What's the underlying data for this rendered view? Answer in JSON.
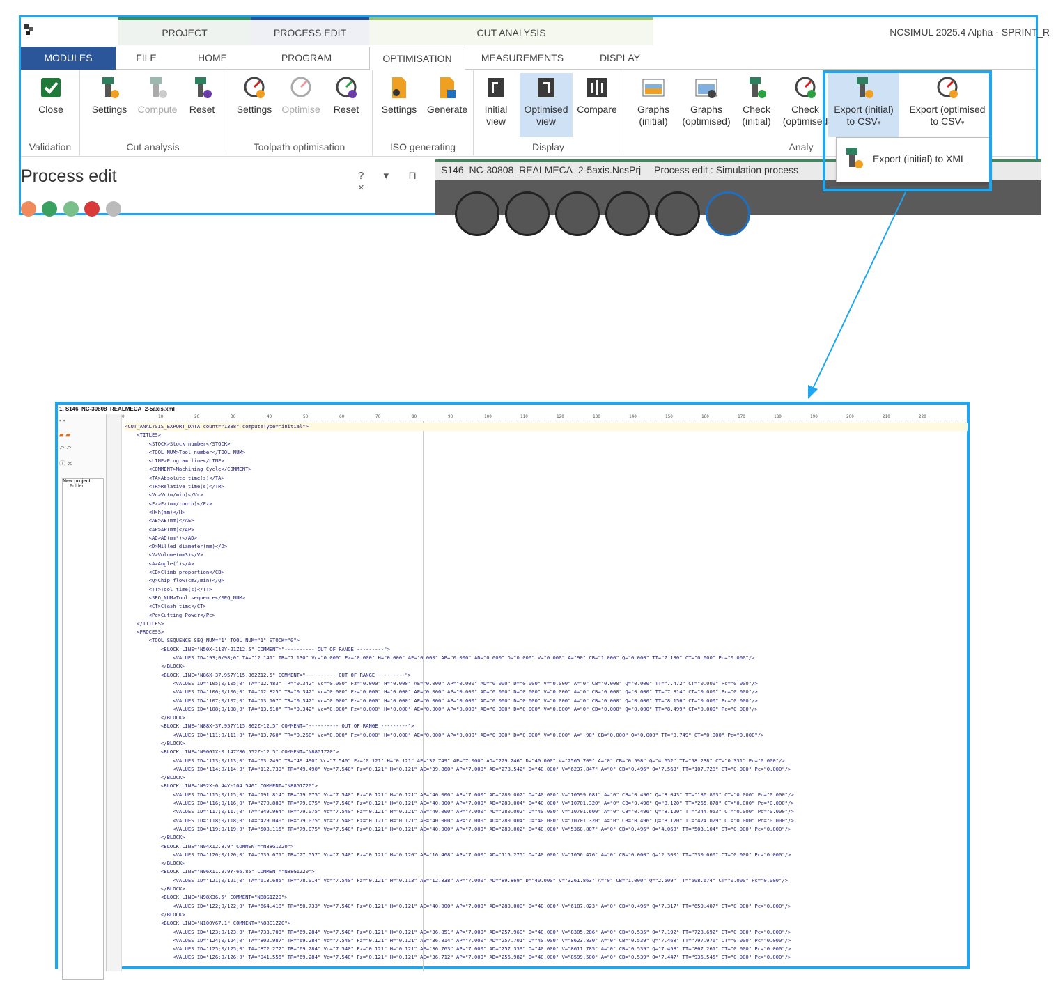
{
  "window_title": "NCSIMUL 2025.4 Alpha - SPRINT_R",
  "context_tabs": [
    "PROJECT",
    "PROCESS EDIT",
    "CUT ANALYSIS"
  ],
  "tabs": {
    "modules": "MODULES",
    "file": "FILE",
    "home": "HOME",
    "program": "PROGRAM",
    "optimisation": "OPTIMISATION",
    "measurements": "MEASUREMENTS",
    "display": "DISPLAY"
  },
  "ribbon": {
    "validation": {
      "label": "Validation",
      "close": "Close"
    },
    "cut_analysis": {
      "label": "Cut analysis",
      "settings": "Settings",
      "compute": "Compute",
      "reset": "Reset"
    },
    "toolpath": {
      "label": "Toolpath optimisation",
      "settings": "Settings",
      "optimise": "Optimise",
      "reset": "Reset"
    },
    "iso": {
      "label": "ISO generating",
      "settings": "Settings",
      "generate": "Generate"
    },
    "display": {
      "label": "Display",
      "initial_1": "Initial",
      "initial_2": "view",
      "optimised_1": "Optimised",
      "optimised_2": "view",
      "compare": "Compare"
    },
    "analysis": {
      "label": "Analy",
      "graphs_initial_1": "Graphs",
      "graphs_initial_2": "(initial)",
      "graphs_opt_1": "Graphs",
      "graphs_opt_2": "(optimised)",
      "check_initial_1": "Check",
      "check_initial_2": "(initial)",
      "check_opt_1": "Check",
      "check_opt_2": "(optimised",
      "export_initial_1": "Export (initial)",
      "export_initial_2": "to CSV",
      "export_opt_1": "Export (optimised",
      "export_opt_2": "to CSV"
    },
    "dropdown_item": "Export (initial) to XML"
  },
  "process_edit": {
    "title": "Process edit",
    "controls": "? ▾ ⊓ ×"
  },
  "doc_tabs": {
    "file": "S146_NC-30808_REALMECA_2-5axis.NcsPrj",
    "process": "Process edit : Simulation process"
  },
  "xml_viewer": {
    "file_title": "1. S146_NC-30808_REALMECA_2-5axis.xml",
    "tree_root": "New project",
    "tree_folder": "Folder",
    "ruler": [
      "0",
      "10",
      "20",
      "30",
      "40",
      "50",
      "60",
      "70",
      "80",
      "90",
      "100",
      "110",
      "120",
      "130",
      "140",
      "150",
      "160",
      "170",
      "180",
      "190",
      "200",
      "210",
      "220"
    ],
    "lines": [
      "<CUT_ANALYSIS_EXPORT_DATA count=\"1388\" computeType=\"initial\">",
      "    <TITLES>",
      "        <STOCK>Stock number</STOCK>",
      "        <TOOL_NUM>Tool number</TOOL_NUM>",
      "        <LINE>Program line</LINE>",
      "        <COMMENT>Machining Cycle</COMMENT>",
      "        <TA>Absolute time(s)</TA>",
      "        <TR>Relative time(s)</TR>",
      "        <Vc>Vc(m/min)</Vc>",
      "        <Fz>Fz(mm/tooth)</Fz>",
      "        <H>h(mm)</H>",
      "        <AE>AE(mm)</AE>",
      "        <AP>AP(mm)</AP>",
      "        <AD>AD(mm²)</AD>",
      "        <D>Milled diameter(mm)</D>",
      "        <V>Volume(mm3)</V>",
      "        <A>Angle(°)</A>",
      "        <CB>Climb proportion</CB>",
      "        <Q>Chip flow(cm3/min)</Q>",
      "        <TT>Tool time(s)</TT>",
      "        <SEQ_NUM>Tool sequence</SEQ_NUM>",
      "        <CT>Clash time</CT>",
      "        <Pc>Cutting_Power</Pc>",
      "    </TITLES>",
      "    <PROCESS>",
      "        <TOOL_SEQUENCE SEQ_NUM=\"1\" TOOL_NUM=\"1\" STOCK=\"0\">",
      "            <BLOCK LINE=\"N50X-110Y-21Z12.5\" COMMENT=\"---------- OUT OF RANGE ---------\">",
      "                <VALUES ID=\"93;0/98;0\" TA=\"12.141\" TR=\"7.130\" Vc=\"0.000\" Fz=\"0.000\" H=\"0.000\" AE=\"0.000\" AP=\"0.000\" AD=\"0.000\" D=\"0.000\" V=\"0.000\" A=\"90\" CB=\"1.000\" Q=\"0.000\" TT=\"7.130\" CT=\"0.000\" Pc=\"0.000\"/>",
      "            </BLOCK>",
      "            <BLOCK LINE=\"N86X-37.957Y115.862Z12.5\" COMMENT=\"---------- OUT OF RANGE ---------\">",
      "                <VALUES ID=\"105;0/105;0\" TA=\"12.483\" TR=\"0.342\" Vc=\"0.000\" Fz=\"0.000\" H=\"0.000\" AE=\"0.000\" AP=\"0.000\" AD=\"0.000\" D=\"0.000\" V=\"0.000\" A=\"0\" CB=\"0.000\" Q=\"0.000\" TT=\"7.472\" CT=\"0.000\" Pc=\"0.000\"/>",
      "                <VALUES ID=\"106;0/106;0\" TA=\"12.825\" TR=\"0.342\" Vc=\"0.000\" Fz=\"0.000\" H=\"0.000\" AE=\"0.000\" AP=\"0.000\" AD=\"0.000\" D=\"0.000\" V=\"0.000\" A=\"0\" CB=\"0.000\" Q=\"0.000\" TT=\"7.814\" CT=\"0.000\" Pc=\"0.000\"/>",
      "                <VALUES ID=\"107;0/107;0\" TA=\"13.167\" TR=\"0.342\" Vc=\"0.000\" Fz=\"0.000\" H=\"0.000\" AE=\"0.000\" AP=\"0.000\" AD=\"0.000\" D=\"0.000\" V=\"0.000\" A=\"0\" CB=\"0.000\" Q=\"0.000\" TT=\"8.156\" CT=\"0.000\" Pc=\"0.000\"/>",
      "                <VALUES ID=\"108;0/108;0\" TA=\"13.510\" TR=\"0.342\" Vc=\"0.000\" Fz=\"0.000\" H=\"0.000\" AE=\"0.000\" AP=\"0.000\" AD=\"0.000\" D=\"0.000\" V=\"0.000\" A=\"0\" CB=\"0.000\" Q=\"0.000\" TT=\"8.499\" CT=\"0.000\" Pc=\"0.000\"/>",
      "            </BLOCK>",
      "            <BLOCK LINE=\"N88X-37.957Y115.862Z-12.5\" COMMENT=\"---------- OUT OF RANGE ---------\">",
      "                <VALUES ID=\"111;0/111;0\" TA=\"13.760\" TR=\"0.250\" Vc=\"0.000\" Fz=\"0.000\" H=\"0.000\" AE=\"0.000\" AP=\"0.000\" AD=\"0.000\" D=\"0.000\" V=\"0.000\" A=\"-90\" CB=\"0.000\" Q=\"0.000\" TT=\"8.749\" CT=\"0.000\" Pc=\"0.000\"/>",
      "            </BLOCK>",
      "            <BLOCK LINE=\"N90G1X-0.147Y86.552Z-12.5\" COMMENT=\"N88G1Z20\">",
      "                <VALUES ID=\"113;0/113;0\" TA=\"63.249\" TR=\"49.490\" Vc=\"7.540\" Fz=\"0.121\" H=\"0.121\" AE=\"32.749\" AP=\"7.000\" AD=\"229.246\" D=\"40.000\" V=\"2565.709\" A=\"0\" CB=\"0.598\" Q=\"4.652\" TT=\"58.238\" CT=\"0.331\" Pc=\"0.000\"/>",
      "                <VALUES ID=\"114;0/114;0\" TA=\"112.739\" TR=\"49.490\" Vc=\"7.540\" Fz=\"0.121\" H=\"0.121\" AE=\"39.860\" AP=\"7.000\" AD=\"278.542\" D=\"40.000\" V=\"6237.847\" A=\"0\" CB=\"0.496\" Q=\"7.563\" TT=\"107.728\" CT=\"0.000\" Pc=\"0.000\"/>",
      "            </BLOCK>",
      "            <BLOCK LINE=\"N92X-0.44Y-104.546\" COMMENT=\"N88G1Z20\">",
      "                <VALUES ID=\"115;0/115;0\" TA=\"191.814\" TR=\"79.075\" Vc=\"7.540\" Fz=\"0.121\" H=\"0.121\" AE=\"40.000\" AP=\"7.000\" AD=\"280.002\" D=\"40.000\" V=\"10599.681\" A=\"0\" CB=\"0.496\" Q=\"8.043\" TT=\"186.803\" CT=\"0.000\" Pc=\"0.000\"/>",
      "                <VALUES ID=\"116;0/116;0\" TA=\"270.889\" TR=\"79.075\" Vc=\"7.540\" Fz=\"0.121\" H=\"0.121\" AE=\"40.000\" AP=\"7.000\" AD=\"280.004\" D=\"40.000\" V=\"10701.320\" A=\"0\" CB=\"0.496\" Q=\"8.120\" TT=\"265.878\" CT=\"0.000\" Pc=\"0.000\"/>",
      "                <VALUES ID=\"117;0/117;0\" TA=\"349.964\" TR=\"79.075\" Vc=\"7.540\" Fz=\"0.121\" H=\"0.121\" AE=\"40.000\" AP=\"7.000\" AD=\"280.002\" D=\"40.000\" V=\"10701.600\" A=\"0\" CB=\"0.496\" Q=\"8.120\" TT=\"344.953\" CT=\"0.000\" Pc=\"0.000\"/>",
      "                <VALUES ID=\"118;0/118;0\" TA=\"429.040\" TR=\"79.075\" Vc=\"7.540\" Fz=\"0.121\" H=\"0.121\" AE=\"40.000\" AP=\"7.000\" AD=\"280.004\" D=\"40.000\" V=\"10701.320\" A=\"0\" CB=\"0.496\" Q=\"8.120\" TT=\"424.029\" CT=\"0.000\" Pc=\"0.000\"/>",
      "                <VALUES ID=\"119;0/119;0\" TA=\"508.115\" TR=\"79.075\" Vc=\"7.540\" Fz=\"0.121\" H=\"0.121\" AE=\"40.000\" AP=\"7.000\" AD=\"280.002\" D=\"40.000\" V=\"5360.807\" A=\"0\" CB=\"0.496\" Q=\"4.068\" TT=\"503.104\" CT=\"0.000\" Pc=\"0.000\"/>",
      "            </BLOCK>",
      "            <BLOCK LINE=\"N94X12.879\" COMMENT=\"N88G1Z20\">",
      "                <VALUES ID=\"120;0/120;0\" TA=\"535.671\" TR=\"27.557\" Vc=\"7.540\" Fz=\"0.121\" H=\"0.120\" AE=\"16.468\" AP=\"7.000\" AD=\"115.275\" D=\"40.000\" V=\"1056.476\" A=\"0\" CB=\"0.000\" Q=\"2.300\" TT=\"530.660\" CT=\"0.000\" Pc=\"0.000\"/>",
      "            </BLOCK>",
      "            <BLOCK LINE=\"N96X11.979Y-66.85\" COMMENT=\"N88G1Z20\">",
      "                <VALUES ID=\"121;0/121;0\" TA=\"613.685\" TR=\"78.014\" Vc=\"7.540\" Fz=\"0.121\" H=\"0.113\" AE=\"12.838\" AP=\"7.000\" AD=\"89.869\" D=\"40.000\" V=\"3261.863\" A=\"0\" CB=\"1.000\" Q=\"2.509\" TT=\"608.674\" CT=\"0.000\" Pc=\"0.000\"/>",
      "            </BLOCK>",
      "            <BLOCK LINE=\"N98X36.5\" COMMENT=\"N88G1Z20\">",
      "                <VALUES ID=\"122;0/122;0\" TA=\"664.418\" TR=\"50.733\" Vc=\"7.540\" Fz=\"0.121\" H=\"0.121\" AE=\"40.000\" AP=\"7.000\" AD=\"280.000\" D=\"40.000\" V=\"6187.023\" A=\"0\" CB=\"0.496\" Q=\"7.317\" TT=\"659.407\" CT=\"0.000\" Pc=\"0.000\"/>",
      "            </BLOCK>",
      "            <BLOCK LINE=\"N100Y67.1\" COMMENT=\"N88G1Z20\">",
      "                <VALUES ID=\"123;0/123;0\" TA=\"733.703\" TR=\"69.284\" Vc=\"7.540\" Fz=\"0.121\" H=\"0.121\" AE=\"36.851\" AP=\"7.000\" AD=\"257.960\" D=\"40.000\" V=\"8305.286\" A=\"0\" CB=\"0.535\" Q=\"7.192\" TT=\"728.692\" CT=\"0.000\" Pc=\"0.000\"/>",
      "                <VALUES ID=\"124;0/124;0\" TA=\"802.987\" TR=\"69.284\" Vc=\"7.540\" Fz=\"0.121\" H=\"0.121\" AE=\"36.814\" AP=\"7.000\" AD=\"257.701\" D=\"40.000\" V=\"8623.830\" A=\"0\" CB=\"0.539\" Q=\"7.468\" TT=\"797.976\" CT=\"0.000\" Pc=\"0.000\"/>",
      "                <VALUES ID=\"125;0/125;0\" TA=\"872.272\" TR=\"69.284\" Vc=\"7.540\" Fz=\"0.121\" H=\"0.121\" AE=\"36.763\" AP=\"7.000\" AD=\"257.339\" D=\"40.000\" V=\"8611.785\" A=\"0\" CB=\"0.539\" Q=\"7.458\" TT=\"867.261\" CT=\"0.000\" Pc=\"0.000\"/>",
      "                <VALUES ID=\"126;0/126;0\" TA=\"941.556\" TR=\"69.284\" Vc=\"7.540\" Fz=\"0.121\" H=\"0.121\" AE=\"36.712\" AP=\"7.000\" AD=\"256.982\" D=\"40.000\" V=\"8599.500\" A=\"0\" CB=\"0.539\" Q=\"7.447\" TT=\"936.545\" CT=\"0.000\" Pc=\"0.000\"/>"
    ]
  },
  "colors": {
    "highlight": "#1ea7f0",
    "modules_tab": "#2b579a",
    "project_accent": "#3d8a5a",
    "process_accent": "#2c4f91",
    "cut_accent": "#9dc06a"
  }
}
